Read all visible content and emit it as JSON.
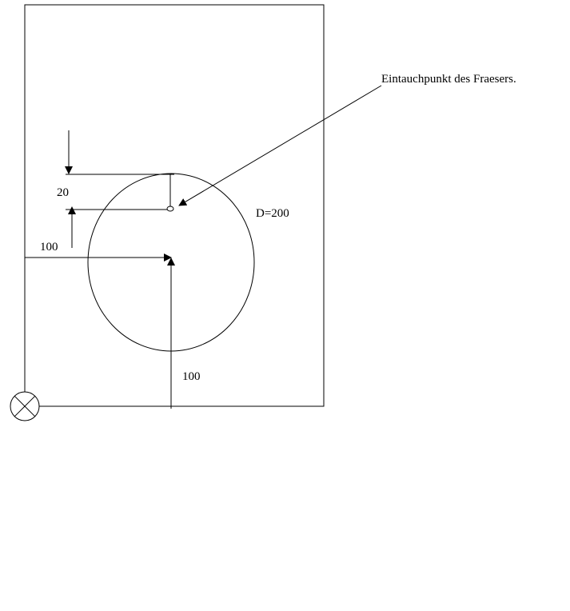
{
  "annotation": {
    "plunge_point": "Eintauchpunkt des Fraesers."
  },
  "dimensions": {
    "diameter": "D=200",
    "offset_top": "20",
    "offset_x": "100",
    "offset_y": "100"
  },
  "colors": {
    "stroke": "#000000",
    "background": "#ffffff"
  },
  "icons": {
    "origin": "origin-symbol-icon"
  }
}
